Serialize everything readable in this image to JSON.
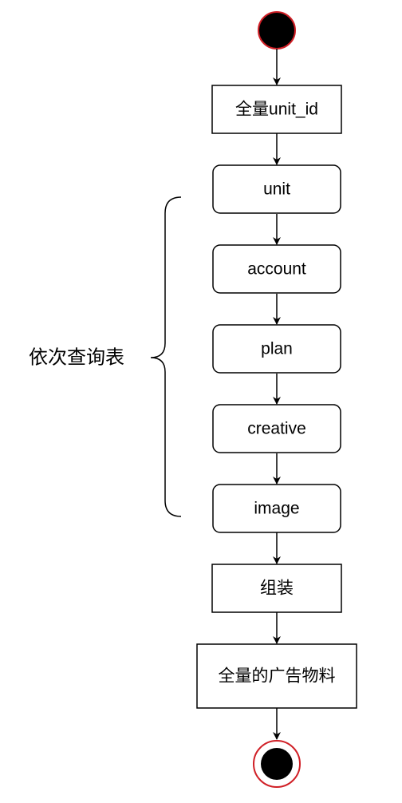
{
  "diagram": {
    "type": "flowchart",
    "nodes": {
      "start": "",
      "full_unit_id": "全量unit_id",
      "unit": "unit",
      "account": "account",
      "plan": "plan",
      "creative": "creative",
      "image": "image",
      "assemble": "组装",
      "full_ad_material": "全量的广告物料",
      "end": ""
    },
    "brace_label": "依次查询表",
    "edges": [
      [
        "start",
        "full_unit_id"
      ],
      [
        "full_unit_id",
        "unit"
      ],
      [
        "unit",
        "account"
      ],
      [
        "account",
        "plan"
      ],
      [
        "plan",
        "creative"
      ],
      [
        "creative",
        "image"
      ],
      [
        "image",
        "assemble"
      ],
      [
        "assemble",
        "full_ad_material"
      ],
      [
        "full_ad_material",
        "end"
      ]
    ],
    "colors": {
      "start_fill": "#000000",
      "start_stroke": "#d01f26",
      "end_fill": "#000000",
      "end_stroke": "#d01f26",
      "line": "#000000",
      "box_fill": "#ffffff"
    }
  }
}
